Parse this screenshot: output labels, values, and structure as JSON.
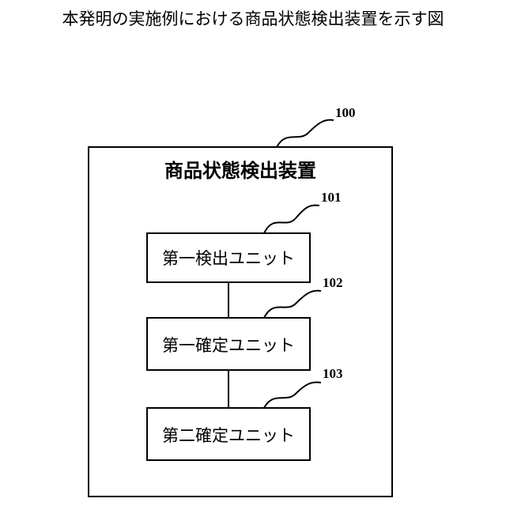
{
  "caption": "本発明の実施例における商品状態検出装置を示す図",
  "device": {
    "ref": "100",
    "title": "商品状態検出装置"
  },
  "units": [
    {
      "ref": "101",
      "label": "第一検出ユニット"
    },
    {
      "ref": "102",
      "label": "第一確定ユニット"
    },
    {
      "ref": "103",
      "label": "第二確定ユニット"
    }
  ]
}
